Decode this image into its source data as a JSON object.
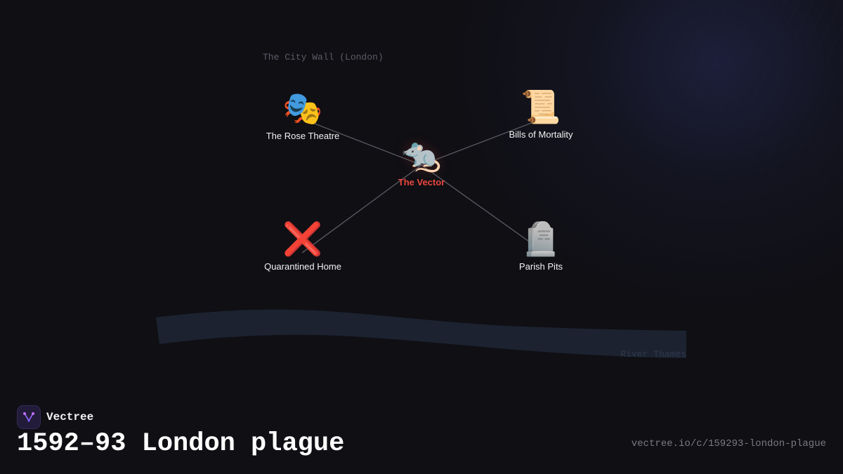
{
  "diagram": {
    "region_label": "The City Wall (London)",
    "river_label": "River Thames",
    "center": {
      "id": "vector",
      "label": "The Vector",
      "icon": "rat-icon",
      "glyph": "🐀"
    },
    "nodes": [
      {
        "id": "rose-theatre",
        "label": "The Rose Theatre",
        "icon": "theatre-masks-icon",
        "glyph": "🎭"
      },
      {
        "id": "bills-of-mortality",
        "label": "Bills of Mortality",
        "icon": "scroll-icon",
        "glyph": "📜"
      },
      {
        "id": "quarantined-home",
        "label": "Quarantined Home",
        "icon": "cross-mark-icon",
        "glyph": "❌"
      },
      {
        "id": "parish-pits",
        "label": "Parish Pits",
        "icon": "headstone-icon",
        "glyph": "🪦"
      }
    ],
    "edges": [
      {
        "from": "vector",
        "to": "rose-theatre"
      },
      {
        "from": "vector",
        "to": "bills-of-mortality"
      },
      {
        "from": "vector",
        "to": "quarantined-home"
      },
      {
        "from": "vector",
        "to": "parish-pits"
      }
    ],
    "colors": {
      "background": "#0f0f14",
      "center_label": "#e8473e",
      "edge": "#55555c",
      "river": "#1c2230",
      "river_label": "#2f3a4d"
    }
  },
  "footer": {
    "brand": "Vectree",
    "title": "1592–93 London plague",
    "url": "vectree.io/c/159293-london-plague"
  }
}
